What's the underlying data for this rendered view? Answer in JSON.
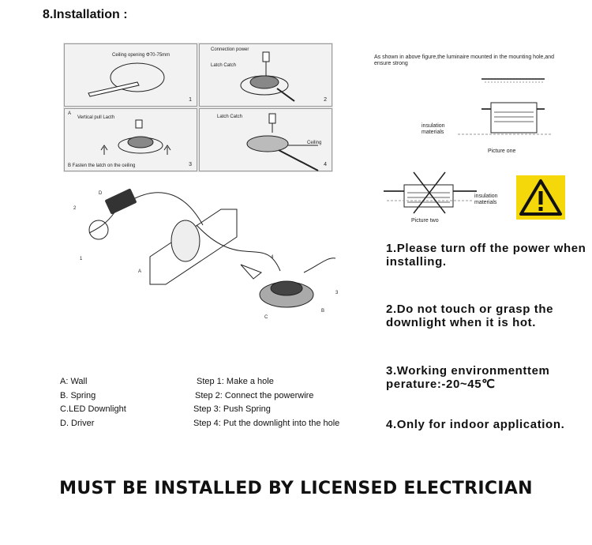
{
  "heading": "8.Installation :",
  "panels": [
    {
      "top_text": "Ceiling opening Φ70-75mm",
      "number": "1"
    },
    {
      "top_text": "Connection power",
      "sub_text": "Latch Catch",
      "number": "2"
    },
    {
      "top_text": "A",
      "sub_text": "Vertical pull Lacth",
      "bottom_text": "B  Fasten the latch on the ceiling",
      "number": "3"
    },
    {
      "top_text": "Latch Catch",
      "side_text": "Ceiling",
      "number": "4"
    }
  ],
  "drawing_labels": {
    "d": "D",
    "n2": "2",
    "n1": "1",
    "a": "A",
    "n4": "4",
    "n3": "3",
    "b": "B",
    "c": "C"
  },
  "legend": [
    "A: Wall",
    "B. Spring",
    "C.LED Downlight",
    "D. Driver"
  ],
  "steps": [
    "Step 1: Make a hole",
    "Step 2: Connect the powerwire",
    "Step 3: Push Spring",
    "Step 4: Put the downlight into the hole"
  ],
  "right_figures": {
    "caption": "As shown in above figure,the luminaire mounted in the mounting hole,and ensure strong",
    "insulation_1": "insulation materials",
    "picture_one": "Picture one",
    "insulation_2": "insulation materials",
    "picture_two": "Picture two"
  },
  "notices": [
    "1.Please turn off the power when installing.",
    "2.Do not touch or grasp the downlight when it is hot.",
    "3.Working environmenttem perature:-20~45℃",
    "4.Only for indoor application."
  ],
  "footer": "MUST BE INSTALLED BY LICENSED ELECTRICIAN",
  "colors": {
    "warning_yellow": "#f5d80a",
    "panel_bg": "#f2f2f2"
  }
}
